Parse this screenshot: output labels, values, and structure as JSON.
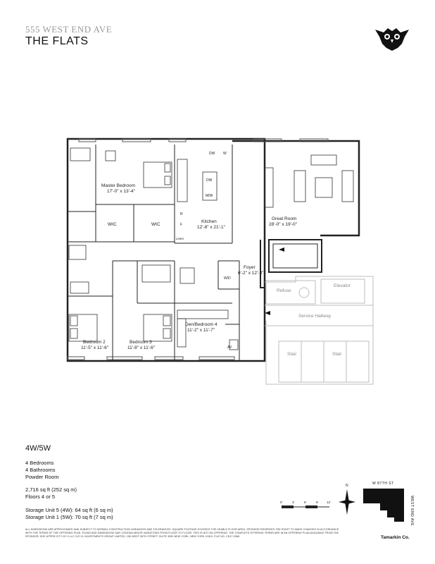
{
  "header": {
    "address": "555 WEST END AVE",
    "building": "THE FLATS"
  },
  "rooms": {
    "master_bedroom": {
      "name": "Master Bedroom",
      "dims": "17'-0\" x 13'-4\""
    },
    "wic1": "WIC",
    "wic2": "WIC",
    "kitchen": {
      "name": "Kitchen",
      "dims": "12'-8\" x 21'-1\""
    },
    "great_room": {
      "name": "Great Room",
      "dims": "28'-0\" x 19'-0\""
    },
    "foyer": {
      "name": "Foyer",
      "dims": "6'-2\" x 12'-3\""
    },
    "bedroom2": {
      "name": "Bedroom 2",
      "dims": "11'-5\" x 11'-6\""
    },
    "bedroom3": {
      "name": "Bedroom 3",
      "dims": "11'-8\" x 11'-6\""
    },
    "den": {
      "name": "Den/Bedroom 4",
      "dims": "11'-2\" x 11'-7\""
    },
    "refuse": "Refuse",
    "elevator": "Elevator",
    "service_hallway": "Service Hallway",
    "stair1": "Stair",
    "stair2": "Stair",
    "dw1": "DW",
    "dw2": "DW",
    "w": "W",
    "mw": "M/W",
    "wd": "W/D",
    "av": "AV",
    "r": "R",
    "f": "F",
    "linen": "Linen"
  },
  "unit": {
    "name": "4W/5W",
    "bedrooms": "4 Bedrooms",
    "bathrooms": "4 Bathrooms",
    "powder": "Powder Room",
    "area": "2,716 sq ft (252 sq m)",
    "floors": "Floors 4 or 5",
    "storage5": "Storage Unit 5 (4W): 64 sq ft (6 sq m)",
    "storage1": "Storage Unit 1 (5W): 70 sq ft (7 sq m)"
  },
  "scale": {
    "ticks": [
      "0'",
      "3'",
      "6'",
      "9'",
      "12'"
    ],
    "north": "N"
  },
  "keyplan": {
    "street_north": "W 87TH ST",
    "street_east": "WEST END AVE"
  },
  "disclaimer": "ALL DIMENSIONS ARE APPROXIMATE AND SUBJECT TO NORMAL CONSTRUCTION VARIANCES AND TOLERANCES. SQUARE FOOTAGE EXCEEDS THE USABLE FLOOR AREA. SPONSOR RESERVES THE RIGHT TO MAKE CHANGES IN ACCORDANCE WITH THE TERMS OF THE OFFERING PLAN. PLANS AND DIMENSIONS MAY CONTAIN MINOR VARIATIONS FROM FLOOR TO FLOOR. THIS IS NOT AN OFFERING. THE COMPLETE OFFERING TERMS ARE IN AN OFFERING PLAN AVAILABLE FROM THE SPONSOR: SHS UPPER CITY NY II LLC C/O CL INVESTMENTS GROUP LIMITED, 150 WEST 55TH STREET, SUITE 3900 NEW YORK, NEW YORK 10019. FILE NO. CD17-0366",
  "brand": "Tamarkin Co."
}
